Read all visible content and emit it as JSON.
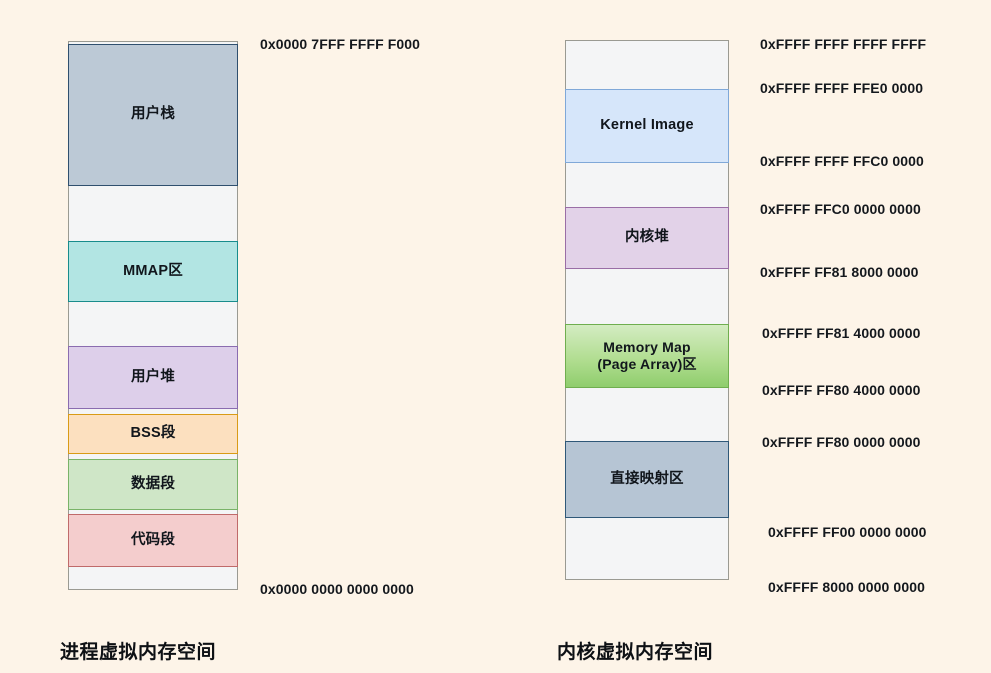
{
  "page": {
    "background_color": "#fdf4e8",
    "text_color": "#14181d"
  },
  "process_space": {
    "caption": "进程虚拟内存空间",
    "top_address": "0x0000 7FFF FFFF F000",
    "bottom_address": "0x0000 0000 0000 0000",
    "regions": [
      {
        "label": "用户栈",
        "fill": "#bcc9d6",
        "border": "#2f4f6e"
      },
      {
        "label": "MMAP区",
        "fill": "#b2e5e3",
        "border": "#188c8c"
      },
      {
        "label": "用户堆",
        "fill": "#ddcfea",
        "border": "#8a6cb0"
      },
      {
        "label": "BSS段",
        "fill": "#fce0bf",
        "border": "#d99b16"
      },
      {
        "label": "数据段",
        "fill": "#cfe6c7",
        "border": "#79b368"
      },
      {
        "label": "代码段",
        "fill": "#f4cdcd",
        "border": "#c06a6a"
      }
    ]
  },
  "kernel_space": {
    "caption": "内核虚拟内存空间",
    "regions": [
      {
        "label": "Kernel Image",
        "fill": "#d6e6fa",
        "border": "#7fa8d8"
      },
      {
        "label": "内核堆",
        "fill": "#e2d2e8",
        "border": "#9a6ea6"
      },
      {
        "label": "Memory Map\n(Page Array)区",
        "fill": "#aedc8d",
        "border": "#6fae4f"
      },
      {
        "label": "直接映射区",
        "fill": "#b6c5d4",
        "border": "#2f5878"
      }
    ],
    "addresses": [
      "0xFFFF FFFF FFFF FFFF",
      "0xFFFF FFFF FFE0 0000",
      "0xFFFF FFFF FFC0 0000",
      "0xFFFF FFC0 0000 0000",
      "0xFFFF FF81 8000 0000",
      "0xFFFF FF81 4000 0000",
      "0xFFFF FF80 4000 0000",
      "0xFFFF FF80 0000 0000",
      "0xFFFF FF00 0000 0000",
      "0xFFFF 8000 0000 0000"
    ]
  }
}
